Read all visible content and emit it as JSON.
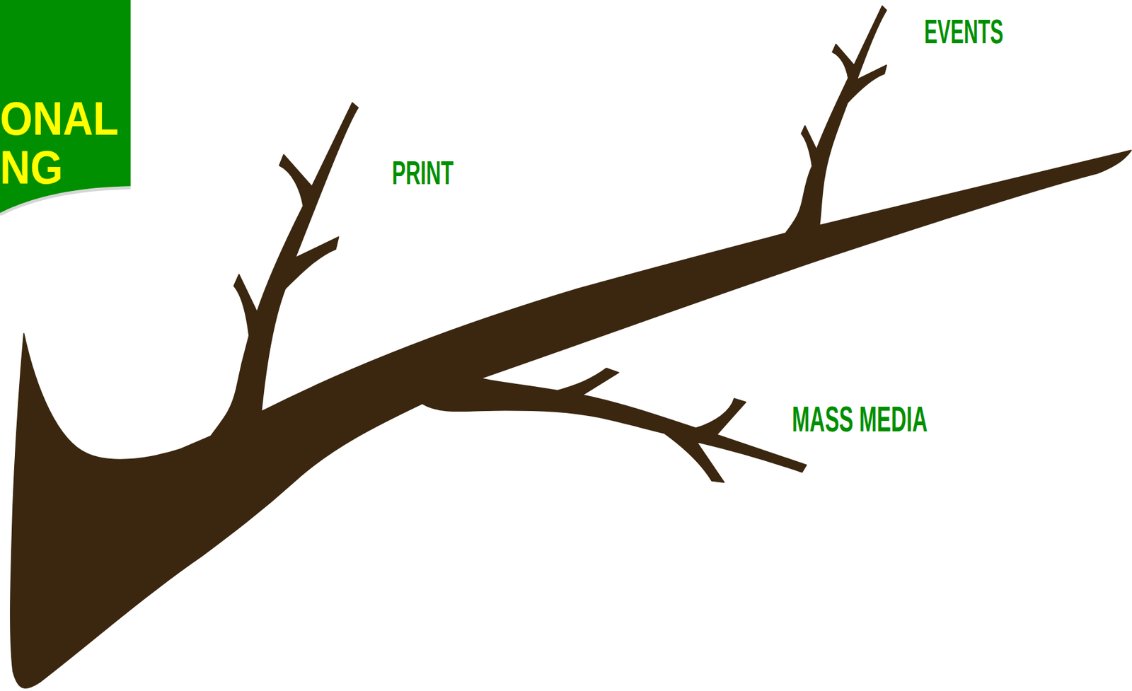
{
  "diagram": {
    "nodes": [
      {
        "text": [
          "ONAL NG"
        ]
      }
    ],
    "labels": [
      "PRINT",
      "EVENTS",
      "MASS MEDIA"
    ]
  }
}
